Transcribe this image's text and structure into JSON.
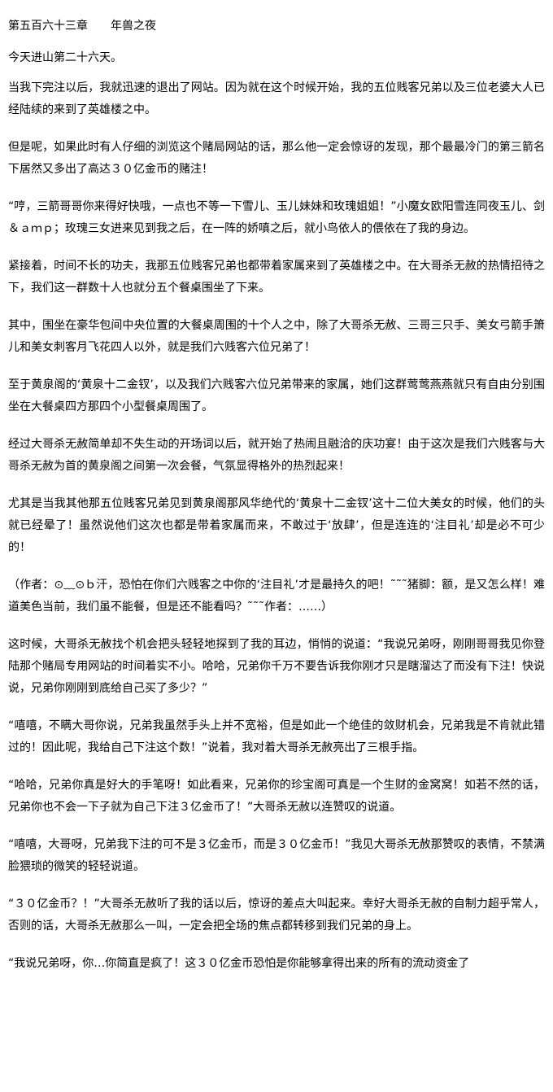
{
  "chapter": {
    "title": "第五百六十三章　　年兽之夜"
  },
  "paragraphs": [
    "今天进山第二十六天。",
    "当我下完注以后，我就迅速的退出了网站。因为就在这个时候开始，我的五位贱客兄弟以及三位老婆大人已经陆续的来到了英雄楼之中。",
    "但是呢，如果此时有人仔细的浏览这个赌局网站的话，那么他一定会惊讶的发现，那个最最冷门的第三箭名下居然又多出了高达３０亿金币的赌注！",
    "“哼，三箭哥哥你来得好快哦，一点也不等一下雪儿、玉儿妹妹和玫瑰姐姐！”小魔女欧阳雪连同夜玉儿、剑＆ａｍｐ；玫瑰三女进来见到我之后，在一阵的娇嗔之后，就小鸟依人的偎依在了我的身边。",
    "紧接着，时间不长的功夫，我那五位贱客兄弟也都带着家属来到了英雄楼之中。在大哥杀无赦的热情招待之下，我们这一群数十人也就分五个餐桌围坐了下来。",
    "其中，围坐在豪华包间中央位置的大餐桌周围的十个人之中，除了大哥杀无赦、三哥三只手、美女弓箭手箫儿和美女刺客月飞花四人以外，就是我们六贱客六位兄弟了！",
    "至于黄泉阁的‘黄泉十二金钗’，以及我们六贱客六位兄弟带来的家属，她们这群莺莺燕燕就只有自由分别围坐在大餐桌四方那四个小型餐桌周围了。",
    "经过大哥杀无赦简单却不失生动的开场词以后，就开始了热闹且融洽的庆功宴！由于这次是我们六贱客与大哥杀无赦为首的黄泉阁之间第一次会餐，气氛显得格外的热烈起来！",
    "尤其是当我其他那五位贱客兄弟见到黄泉阁那风华绝代的‘黄泉十二金钗’这十二位大美女的时候，他们的头就已经晕了！虽然说他们这次也都是带着家属而来，不敢过于‘放肆’，但是连连的‘注目礼’却是必不可少的！",
    "（作者：⊙﹏⊙ｂ汗，恐怕在你们六贱客之中你的‘注目礼’才是最持久的吧！˜˜˜猪脚：额，是又怎么样！难道美色当前，我们虽不能餐，但是还不能看吗？˜˜˜作者：……）",
    "这时候，大哥杀无赦找个机会把头轻轻地探到了我的耳边，悄悄的说道：“我说兄弟呀，刚刚哥哥我见你登陆那个赌局专用网站的时间着实不小。哈哈，兄弟你千万不要告诉我你刚才只是瞎溜达了而没有下注！快说说，兄弟你刚刚到底给自己买了多少？”",
    "“嘻嘻，不瞒大哥你说，兄弟我虽然手头上并不宽裕，但是如此一个绝佳的敛财机会，兄弟我是不肯就此错过的！因此呢，我给自己下注这个数！”说着，我对着大哥杀无赦亮出了三根手指。",
    "“哈哈，兄弟你真是好大的手笔呀！如此看来，兄弟你的珍宝阁可真是一个生财的金窝窝！如若不然的话，兄弟你也不会一下子就为自己下注３亿金币了！”大哥杀无赦以连赞叹的说道。",
    "“嘻嘻，大哥呀，兄弟我下注的可不是３亿金币，而是３０亿金币！”我见大哥杀无赦那赞叹的表情，不禁满脸猥琐的微笑的轻轻说道。",
    "“３０亿金币？！”大哥杀无赦听了我的话以后，惊讶的差点大叫起来。幸好大哥杀无赦的自制力超乎常人，否则的话，大哥杀无赦那么一叫，一定会把全场的焦点都转移到我们兄弟的身上。",
    "“我说兄弟呀，你…你简直是疯了！这３０亿金币恐怕是你能够拿得出来的所有的流动资金了"
  ]
}
